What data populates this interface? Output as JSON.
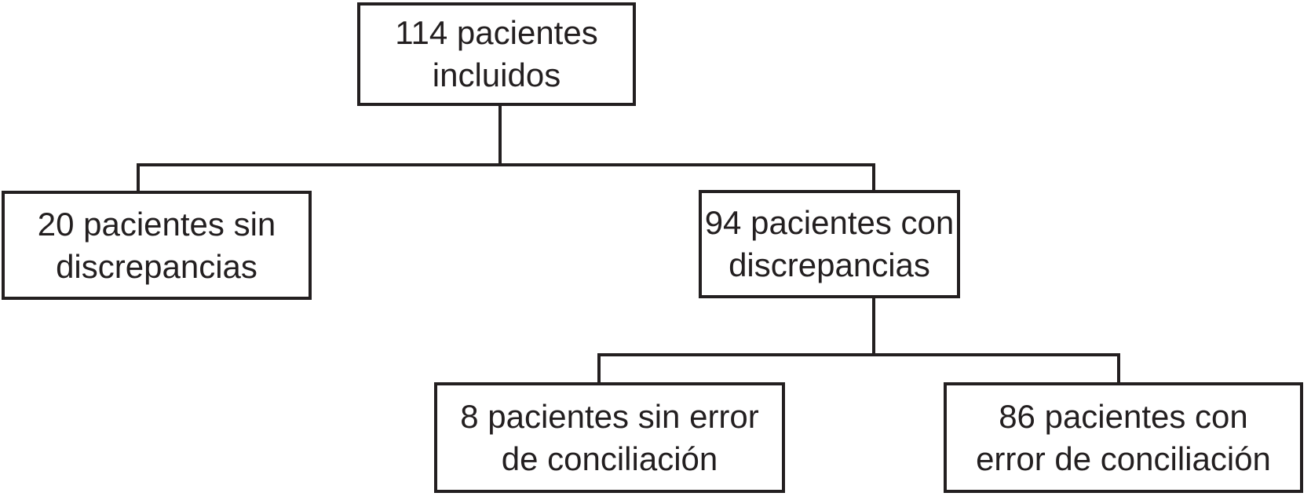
{
  "figure": {
    "type": "flowchart",
    "background_color": "#ffffff",
    "line_color": "#231f20",
    "nodes": {
      "root": {
        "label": "114 pacientes\nincluidos",
        "value": 114
      },
      "no_discrepancies": {
        "label": "20 pacientes sin\ndiscrepancias",
        "value": 20
      },
      "with_discrepancies": {
        "label": "94 pacientes con\ndiscrepancias",
        "value": 94
      },
      "no_reconciliation_error": {
        "label": "8 pacientes sin error\nde conciliación",
        "value": 8
      },
      "with_reconciliation_error": {
        "label": "86 pacientes con\nerror de conciliación",
        "value": 86
      }
    },
    "edges": [
      {
        "from": "root",
        "to": "no_discrepancies"
      },
      {
        "from": "root",
        "to": "with_discrepancies"
      },
      {
        "from": "with_discrepancies",
        "to": "no_reconciliation_error"
      },
      {
        "from": "with_discrepancies",
        "to": "with_reconciliation_error"
      }
    ]
  }
}
